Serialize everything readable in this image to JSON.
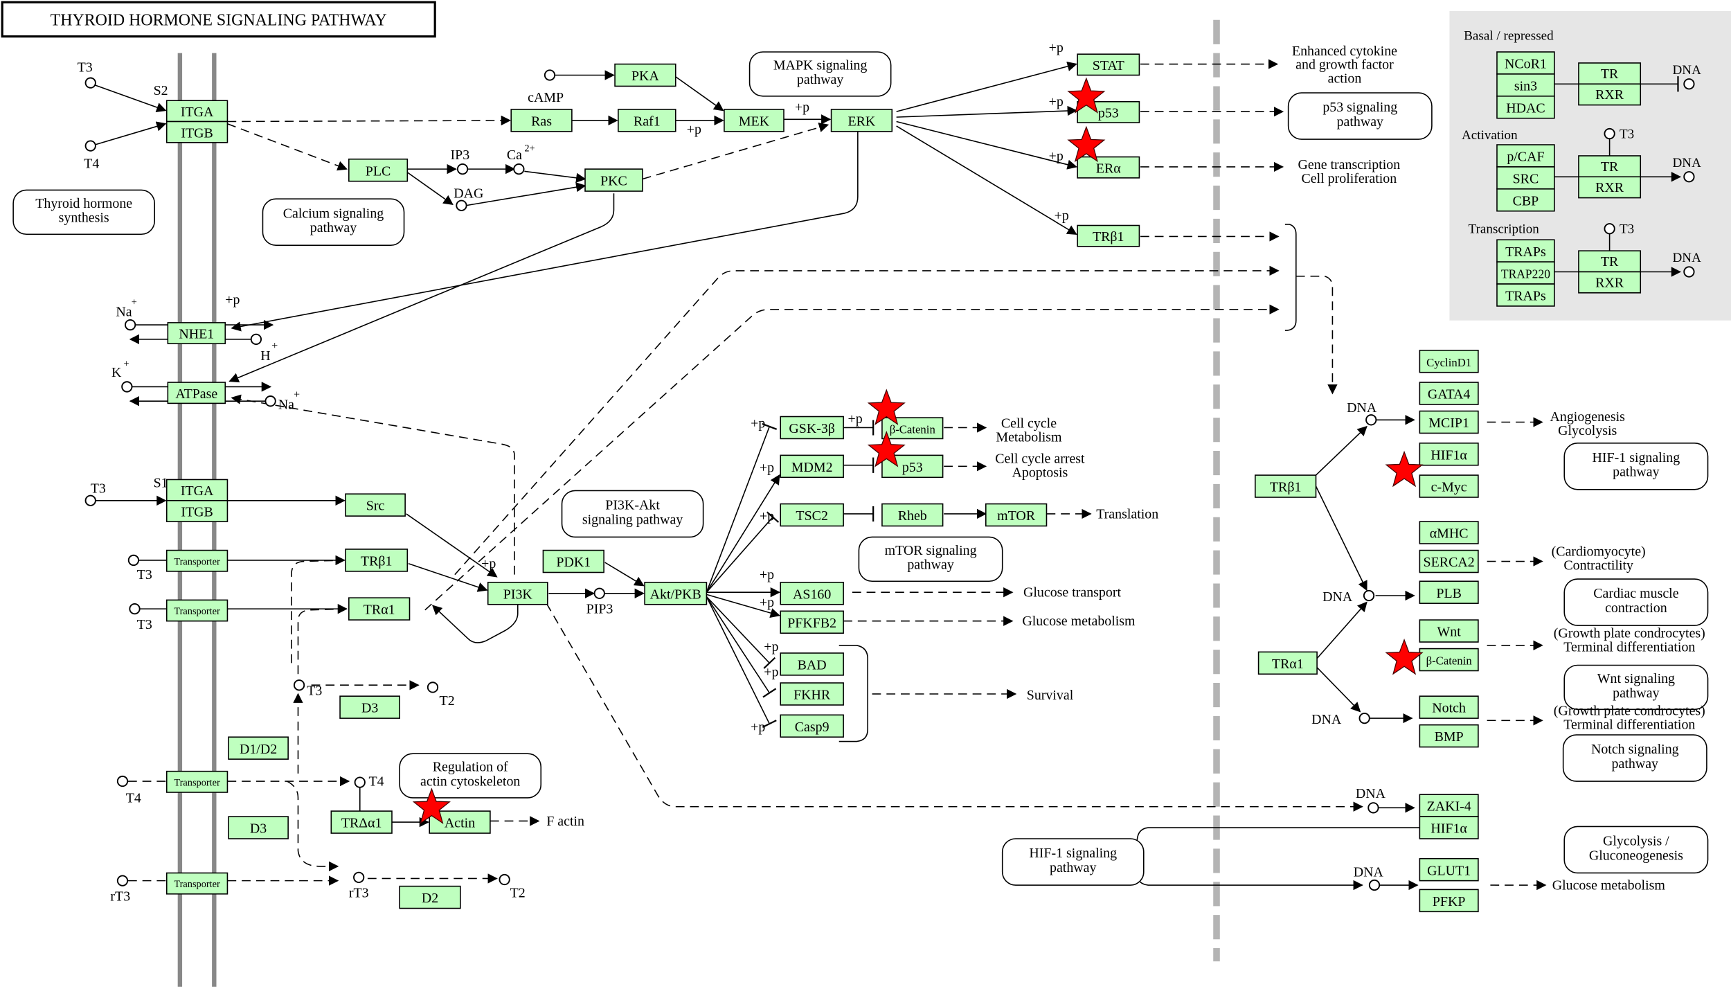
{
  "title": "THYROID HORMONE SIGNALING PATHWAY",
  "colors": {
    "gene_fill": "#bfffbf",
    "star": "#ff0000",
    "membrane": "#888888",
    "legend_bg": "#e6e6e6"
  },
  "legend": {
    "sections": [
      {
        "label": "Basal / repressed",
        "coregulators": [
          "NCoR1",
          "sin3",
          "HDAC"
        ],
        "receptor": [
          "TR",
          "RXR"
        ],
        "target": "DNA",
        "ligand": ""
      },
      {
        "label": "Activation",
        "coregulators": [
          "p/CAF",
          "SRC",
          "CBP"
        ],
        "receptor": [
          "TR",
          "RXR"
        ],
        "target": "DNA",
        "ligand": "T3"
      },
      {
        "label": "Transcription",
        "coregulators": [
          "TRAPs",
          "TRAP220",
          "TRAPs"
        ],
        "receptor": [
          "TR",
          "RXR"
        ],
        "target": "DNA",
        "ligand": "T3"
      }
    ]
  },
  "genes": [
    {
      "id": "ITGA_S2",
      "label": "ITGA"
    },
    {
      "id": "ITGB_S2",
      "label": "ITGB"
    },
    {
      "id": "Ras",
      "label": "Ras"
    },
    {
      "id": "PKA",
      "label": "PKA"
    },
    {
      "id": "Raf1",
      "label": "Raf1"
    },
    {
      "id": "MEK",
      "label": "MEK"
    },
    {
      "id": "ERK",
      "label": "ERK"
    },
    {
      "id": "PLC",
      "label": "PLC"
    },
    {
      "id": "PKC",
      "label": "PKC"
    },
    {
      "id": "STAT",
      "label": "STAT"
    },
    {
      "id": "p53_top",
      "label": "p53",
      "starred": true
    },
    {
      "id": "ERa",
      "label": "ERα",
      "starred": true
    },
    {
      "id": "TRb1_top",
      "label": "TRβ1"
    },
    {
      "id": "NHE1",
      "label": "NHE1"
    },
    {
      "id": "ATPase",
      "label": "ATPase"
    },
    {
      "id": "ITGA_S1",
      "label": "ITGA"
    },
    {
      "id": "ITGB_S1",
      "label": "ITGB"
    },
    {
      "id": "Src",
      "label": "Src"
    },
    {
      "id": "Transporter1",
      "label": "Transporter"
    },
    {
      "id": "Transporter2",
      "label": "Transporter"
    },
    {
      "id": "Transporter3",
      "label": "Transporter"
    },
    {
      "id": "Transporter4",
      "label": "Transporter"
    },
    {
      "id": "TRb1_mid",
      "label": "TRβ1"
    },
    {
      "id": "TRa1_mid",
      "label": "TRα1"
    },
    {
      "id": "PI3K",
      "label": "PI3K"
    },
    {
      "id": "PDK1",
      "label": "PDK1"
    },
    {
      "id": "AktPKB",
      "label": "Akt/PKB"
    },
    {
      "id": "GSK3b",
      "label": "GSK-3β"
    },
    {
      "id": "bCatenin_mid",
      "label": "β-Catenin",
      "starred": true
    },
    {
      "id": "MDM2",
      "label": "MDM2"
    },
    {
      "id": "p53_mid",
      "label": "p53",
      "starred": true
    },
    {
      "id": "TSC2",
      "label": "TSC2"
    },
    {
      "id": "Rheb",
      "label": "Rheb"
    },
    {
      "id": "mTOR",
      "label": "mTOR"
    },
    {
      "id": "AS160",
      "label": "AS160"
    },
    {
      "id": "PFKFB2",
      "label": "PFKFB2"
    },
    {
      "id": "BAD",
      "label": "BAD"
    },
    {
      "id": "FKHR",
      "label": "FKHR"
    },
    {
      "id": "Casp9",
      "label": "Casp9"
    },
    {
      "id": "D3_a",
      "label": "D3"
    },
    {
      "id": "D1D2",
      "label": "D1/D2"
    },
    {
      "id": "D3_b",
      "label": "D3"
    },
    {
      "id": "TRDa1",
      "label": "TRΔα1"
    },
    {
      "id": "Actin",
      "label": "Actin",
      "starred": true
    },
    {
      "id": "D2",
      "label": "D2"
    },
    {
      "id": "CyclinD1",
      "label": "CyclinD1"
    },
    {
      "id": "GATA4",
      "label": "GATA4"
    },
    {
      "id": "MCIP1",
      "label": "MCIP1"
    },
    {
      "id": "HIF1a_r",
      "label": "HIF1α"
    },
    {
      "id": "cMyc",
      "label": "c-Myc",
      "starred": true
    },
    {
      "id": "aMHC",
      "label": "αMHC"
    },
    {
      "id": "SERCA2",
      "label": "SERCA2"
    },
    {
      "id": "PLB",
      "label": "PLB"
    },
    {
      "id": "Wnt",
      "label": "Wnt"
    },
    {
      "id": "bCatenin_r",
      "label": "β-Catenin",
      "starred": true
    },
    {
      "id": "Notch",
      "label": "Notch"
    },
    {
      "id": "BMP",
      "label": "BMP"
    },
    {
      "id": "ZAKI4",
      "label": "ZAKI-4"
    },
    {
      "id": "HIF1a_b",
      "label": "HIF1α"
    },
    {
      "id": "GLUT1",
      "label": "GLUT1"
    },
    {
      "id": "PFKP",
      "label": "PFKP"
    },
    {
      "id": "TRb1_r",
      "label": "TRβ1"
    },
    {
      "id": "TRa1_r",
      "label": "TRα1"
    }
  ],
  "maps": [
    {
      "id": "thyroid_synth",
      "lines": [
        "Thyroid hormone",
        "synthesis"
      ]
    },
    {
      "id": "calcium",
      "lines": [
        "Calcium signaling",
        "pathway"
      ]
    },
    {
      "id": "mapk",
      "lines": [
        "MAPK signaling",
        "pathway"
      ]
    },
    {
      "id": "p53path",
      "lines": [
        "p53 signaling",
        "pathway"
      ]
    },
    {
      "id": "pi3k",
      "lines": [
        "PI3K-Akt",
        "signaling pathway"
      ]
    },
    {
      "id": "mtor",
      "lines": [
        "mTOR signaling",
        "pathway"
      ]
    },
    {
      "id": "actin",
      "lines": [
        "Regulation of",
        "actin cytoskeleton"
      ]
    },
    {
      "id": "hif1_mid",
      "lines": [
        "HIF-1 signaling",
        "pathway"
      ]
    },
    {
      "id": "hif1_r",
      "lines": [
        "HIF-1 signaling",
        "pathway"
      ]
    },
    {
      "id": "cardiac",
      "lines": [
        "Cardiac muscle",
        "contraction"
      ]
    },
    {
      "id": "wnt",
      "lines": [
        "Wnt signaling",
        "pathway"
      ]
    },
    {
      "id": "notch",
      "lines": [
        "Notch signaling",
        "pathway"
      ]
    },
    {
      "id": "glyco",
      "lines": [
        "Glycolysis /",
        "Gluconeogenesis"
      ]
    }
  ],
  "labels": {
    "T3": "T3",
    "T4": "T4",
    "rT3": "rT3",
    "T2": "T2",
    "S1": "S1",
    "S2": "S2",
    "cAMP": "cAMP",
    "IP3": "IP3",
    "Ca": "Ca",
    "Ca_sup": "2+",
    "DAG": "DAG",
    "PIP3": "PIP3",
    "Na": "Na",
    "H": "H",
    "K": "K",
    "plus": "+",
    "p": "+p",
    "DNA": "DNA",
    "out_cytokine": [
      "Enhanced cytokine",
      "and growth factor",
      "action"
    ],
    "out_gene": [
      "Gene transcription",
      "Cell proliferation"
    ],
    "out_cellcycle": [
      "Cell cycle",
      "Metabolism"
    ],
    "out_arrest": [
      "Cell cycle arrest",
      "Apoptosis"
    ],
    "out_translation": "Translation",
    "out_glucose_transport": "Glucose transport",
    "out_glucose_metab": "Glucose metabolism",
    "out_survival": "Survival",
    "out_factin": "F actin",
    "out_angio": [
      "Angiogenesis",
      "Glycolysis"
    ],
    "out_cardio": [
      "(Cardiomyocyte)",
      "Contractility"
    ],
    "out_growth": [
      "(Growth plate condrocytes)",
      "Terminal differentiation"
    ],
    "out_glucose_metab_r": "Glucose metabolism"
  }
}
